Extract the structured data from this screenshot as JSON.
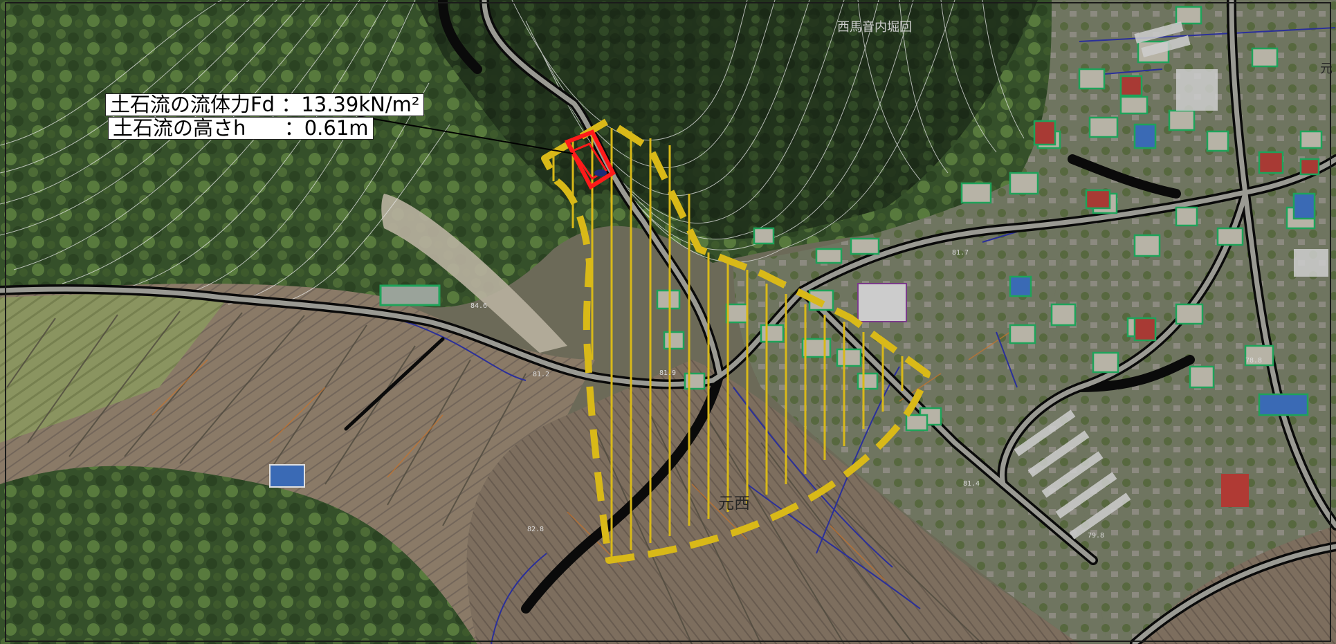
{
  "annotations": {
    "fluid_force_label": "土石流の流体力Fd",
    "fluid_force_value": "：13.39kN/m²",
    "debris_height_label": "土石流の高さh",
    "debris_height_value": "：0.61m"
  },
  "place_names": {
    "moto_nishi": "元西",
    "moto_right_edge": "元",
    "district_top": "西馬音内堀回"
  },
  "spot_heights": [
    "84.6",
    "81.2",
    "81.9",
    "81.4",
    "82.8",
    "81.7",
    "78.8",
    "79.8"
  ],
  "colors": {
    "hazard_zone": "#d9b918",
    "building_marker": "#ff1a1a",
    "road_casing": "#0a0a0a",
    "building_outline": "#1fa35a",
    "waterway": "#2a2f9a",
    "contour": "#e6e6e6"
  }
}
